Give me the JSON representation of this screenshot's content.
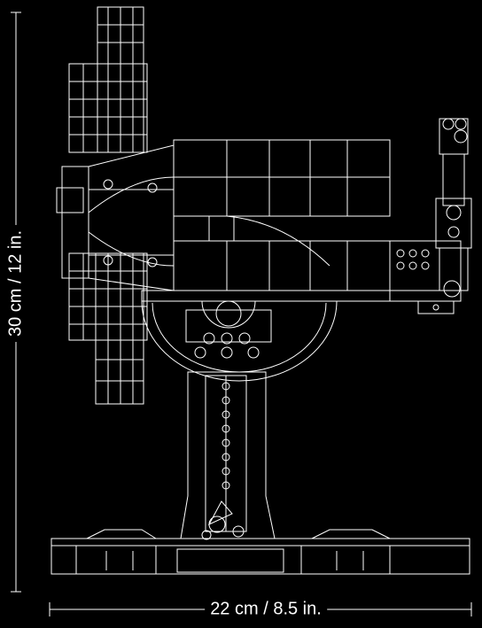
{
  "dimensions": {
    "height_label": "30 cm / 12 in.",
    "width_label": "22 cm / 8.5 in."
  },
  "colors": {
    "background": "#000000",
    "line": "#ffffff"
  },
  "drawing": {
    "subject": "line-art model, side elevation",
    "style": "white outline on black"
  }
}
